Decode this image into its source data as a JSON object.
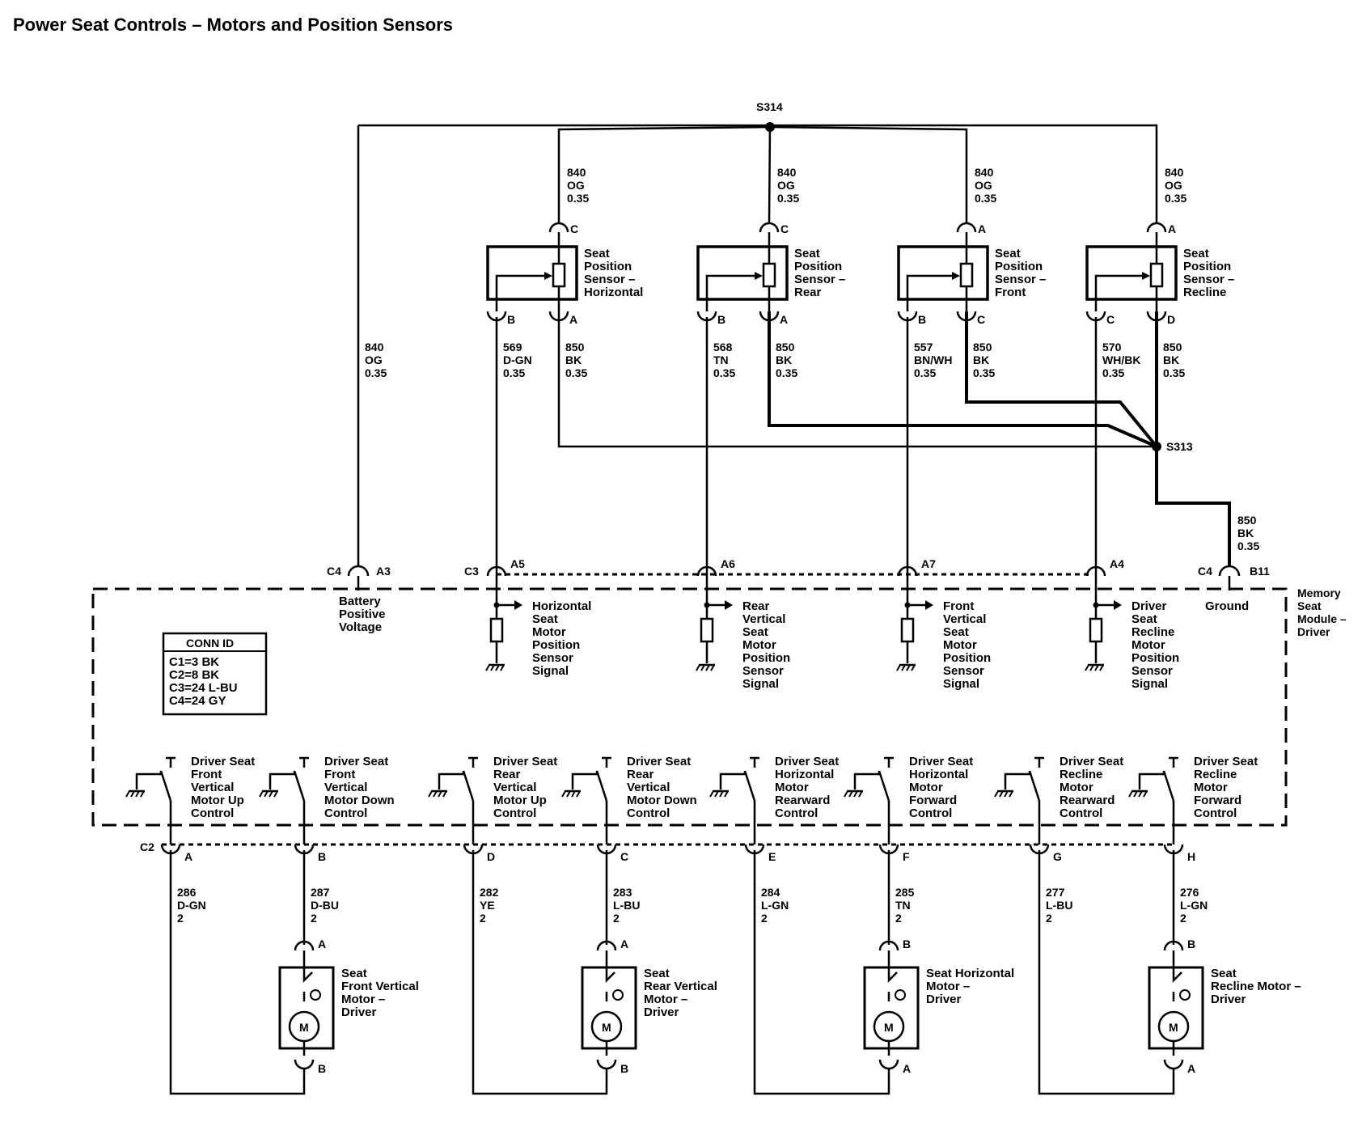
{
  "title": "Power Seat Controls – Motors and Position Sensors",
  "splices": {
    "top": "S314",
    "mid": "S313"
  },
  "module": {
    "name_lines": [
      "Memory",
      "Seat",
      "Module –",
      "Driver"
    ]
  },
  "conn_table": {
    "header": "CONN ID",
    "rows": [
      "C1=3 BK",
      "C2=8 BK",
      "C3=24 L-BU",
      "C4=24 GY"
    ]
  },
  "top_wires": {
    "w840_h": [
      "840",
      "OG",
      "0.35"
    ],
    "w840_r": [
      "840",
      "OG",
      "0.35"
    ],
    "w840_f": [
      "840",
      "OG",
      "0.35"
    ],
    "w840_c": [
      "840",
      "OG",
      "0.35"
    ],
    "w840_left": [
      "840",
      "OG",
      "0.35"
    ],
    "w850_out": [
      "850",
      "BK",
      "0.35"
    ]
  },
  "sensors": [
    {
      "name": [
        "Seat",
        "Position",
        "Sensor –",
        "Horizontal"
      ],
      "pin_top": "C",
      "pin_sig": "B",
      "pin_gnd": "A",
      "sig_wire": [
        "569",
        "D-GN",
        "0.35"
      ],
      "gnd_wire": [
        "850",
        "BK",
        "0.35"
      ],
      "module_pin": "A5",
      "module_label": [
        "Horizontal",
        "Seat",
        "Motor",
        "Position",
        "Sensor",
        "Signal"
      ]
    },
    {
      "name": [
        "Seat",
        "Position",
        "Sensor –",
        "Rear"
      ],
      "pin_top": "C",
      "pin_sig": "B",
      "pin_gnd": "A",
      "sig_wire": [
        "568",
        "TN",
        "0.35"
      ],
      "gnd_wire": [
        "850",
        "BK",
        "0.35"
      ],
      "module_pin": "A6",
      "module_label": [
        "Rear",
        "Vertical",
        "Seat",
        "Motor",
        "Position",
        "Sensor",
        "Signal"
      ]
    },
    {
      "name": [
        "Seat",
        "Position",
        "Sensor –",
        "Front"
      ],
      "pin_top": "A",
      "pin_sig": "B",
      "pin_gnd": "C",
      "sig_wire": [
        "557",
        "BN/WH",
        "0.35"
      ],
      "gnd_wire": [
        "850",
        "BK",
        "0.35"
      ],
      "module_pin": "A7",
      "module_label": [
        "Front",
        "Vertical",
        "Seat",
        "Motor",
        "Position",
        "Sensor",
        "Signal"
      ]
    },
    {
      "name": [
        "Seat",
        "Position",
        "Sensor –",
        "Recline"
      ],
      "pin_top": "A",
      "pin_sig": "C",
      "pin_gnd": "D",
      "sig_wire": [
        "570",
        "WH/BK",
        "0.35"
      ],
      "gnd_wire": [
        "850",
        "BK",
        "0.35"
      ],
      "module_pin": "A4",
      "module_label": [
        "Driver",
        "Seat",
        "Recline",
        "Motor",
        "Position",
        "Sensor",
        "Signal"
      ]
    }
  ],
  "module_pins": {
    "c4": "C4",
    "a3": "A3",
    "c3": "C3",
    "c4b": "C4",
    "b11": "B11",
    "c2": "C2",
    "battery_label": [
      "Battery",
      "Positive",
      "Voltage"
    ],
    "ground_label": "Ground"
  },
  "switches": [
    {
      "label": [
        "Driver Seat",
        "Front",
        "Vertical",
        "Motor Up",
        "Control"
      ],
      "pin": "A",
      "wire": [
        "286",
        "D-GN",
        "2"
      ]
    },
    {
      "label": [
        "Driver Seat",
        "Front",
        "Vertical",
        "Motor Down",
        "Control"
      ],
      "pin": "B",
      "wire": [
        "287",
        "D-BU",
        "2"
      ]
    },
    {
      "label": [
        "Driver Seat",
        "Rear",
        "Vertical",
        "Motor Up",
        "Control"
      ],
      "pin": "D",
      "wire": [
        "282",
        "YE",
        "2"
      ]
    },
    {
      "label": [
        "Driver Seat",
        "Rear",
        "Vertical",
        "Motor Down",
        "Control"
      ],
      "pin": "C",
      "wire": [
        "283",
        "L-BU",
        "2"
      ]
    },
    {
      "label": [
        "Driver Seat",
        "Horizontal",
        "Motor",
        "Rearward",
        "Control"
      ],
      "pin": "E",
      "wire": [
        "284",
        "L-GN",
        "2"
      ]
    },
    {
      "label": [
        "Driver Seat",
        "Horizontal",
        "Motor",
        "Forward",
        "Control"
      ],
      "pin": "F",
      "wire": [
        "285",
        "TN",
        "2"
      ]
    },
    {
      "label": [
        "Driver Seat",
        "Recline",
        "Motor",
        "Rearward",
        "Control"
      ],
      "pin": "G",
      "wire": [
        "277",
        "L-BU",
        "2"
      ]
    },
    {
      "label": [
        "Driver Seat",
        "Recline",
        "Motor",
        "Forward",
        "Control"
      ],
      "pin": "H",
      "wire": [
        "276",
        "L-GN",
        "2"
      ]
    }
  ],
  "motors": [
    {
      "name": [
        "Seat",
        "Front Vertical",
        "Motor –",
        "Driver"
      ],
      "pin_top": "A",
      "pin_bot": "B",
      "symbol": "M"
    },
    {
      "name": [
        "Seat",
        "Rear Vertical",
        "Motor –",
        "Driver"
      ],
      "pin_top": "A",
      "pin_bot": "B",
      "symbol": "M"
    },
    {
      "name": [
        "Seat Horizontal",
        "Motor –",
        "Driver"
      ],
      "pin_top": "B",
      "pin_bot": "A",
      "symbol": "M"
    },
    {
      "name": [
        "Seat",
        "Recline Motor –",
        "Driver"
      ],
      "pin_top": "B",
      "pin_bot": "A",
      "symbol": "M"
    }
  ]
}
